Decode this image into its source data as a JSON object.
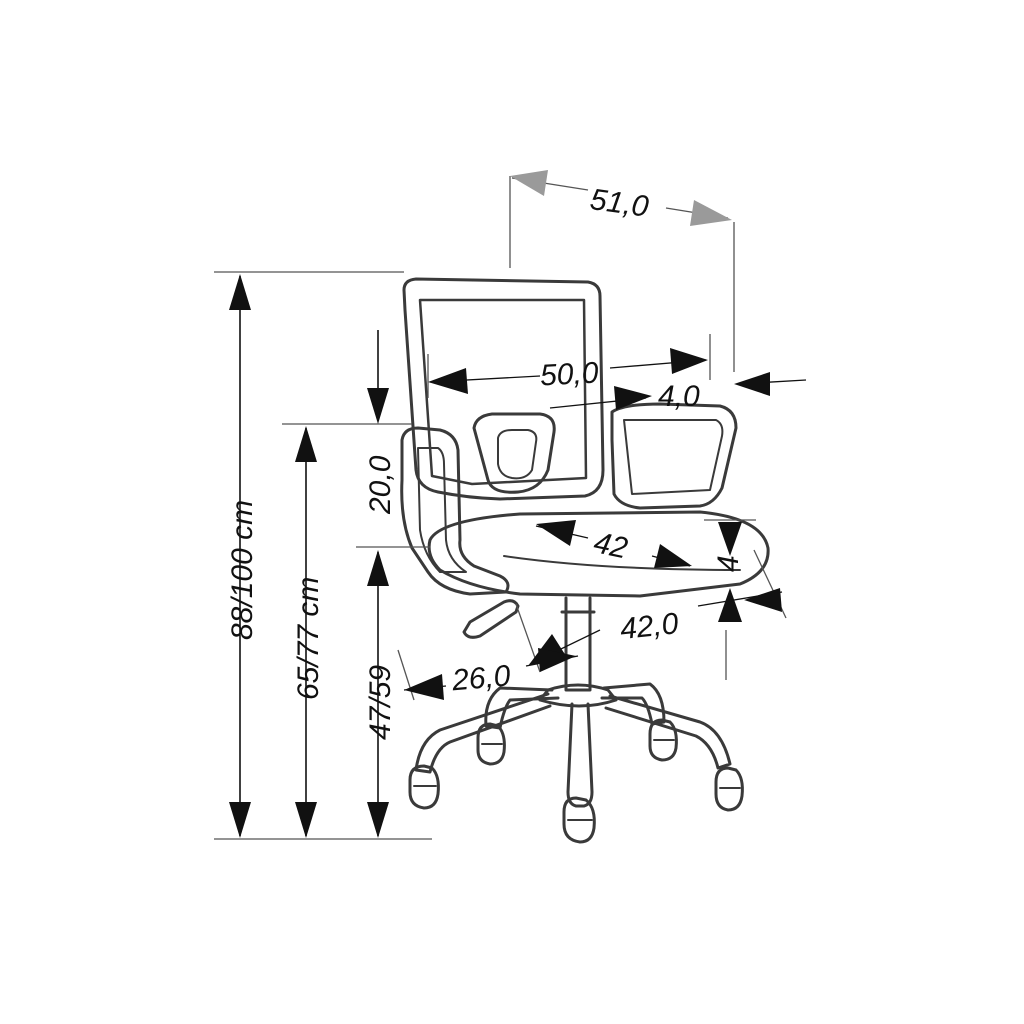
{
  "diagram": {
    "dimensions": {
      "overall_depth": "51,0",
      "back_width": "50,0",
      "armrest_offset": "4,0",
      "seat_width": "42",
      "seat_thickness": "4",
      "seat_depth": "42,0",
      "gas_lift_offset": "26,0",
      "backrest_height": "20,0",
      "total_height": "88/100 cm",
      "armrest_height": "65/77 cm",
      "seat_height": "47/59"
    },
    "colors": {
      "outline": "#3a3a3a",
      "dimension_arrows": "#111111",
      "top_arrows": "#9a9a9a",
      "background": "#ffffff"
    }
  }
}
